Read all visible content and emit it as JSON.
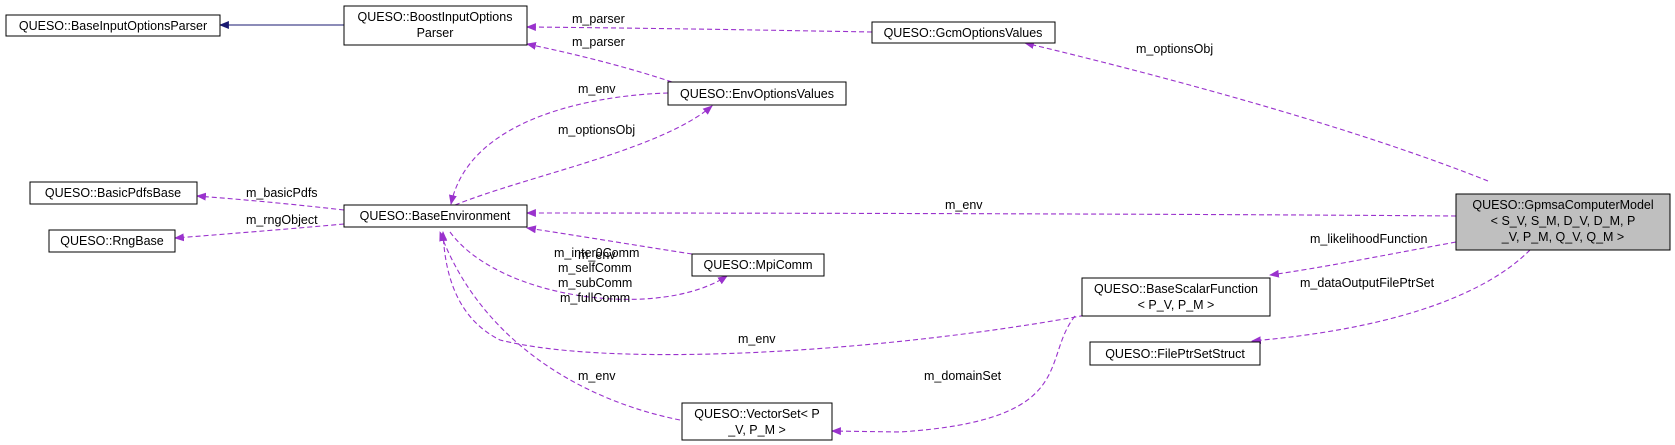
{
  "colors": {
    "association_edge": "#9a32cd",
    "inheritance_edge": "#191970",
    "focus_fill": "#bfbfbf",
    "box_fill": "#ffffff"
  },
  "nodes": {
    "base_input_options_parser": [
      "QUESO::BaseInputOptionsParser"
    ],
    "boost_input_options_parser": [
      "QUESO::BoostInputOptions",
      "Parser"
    ],
    "gcm_options_values": [
      "QUESO::GcmOptionsValues"
    ],
    "env_options_values": [
      "QUESO::EnvOptionsValues"
    ],
    "basic_pdfs_base": [
      "QUESO::BasicPdfsBase"
    ],
    "rng_base": [
      "QUESO::RngBase"
    ],
    "base_environment": [
      "QUESO::BaseEnvironment"
    ],
    "mpi_comm": [
      "QUESO::MpiComm"
    ],
    "base_scalar_function": [
      "QUESO::BaseScalarFunction",
      "< P_V, P_M >"
    ],
    "file_ptr_set_struct": [
      "QUESO::FilePtrSetStruct"
    ],
    "vector_set": [
      "QUESO::VectorSet< P",
      "_V, P_M >"
    ],
    "gpmsa_computer_model": [
      "QUESO::GpmsaComputerModel",
      "< S_V, S_M, D_V, D_M, P",
      "_V, P_M, Q_V, Q_M >"
    ]
  },
  "edge_labels": {
    "gcm_to_boost": "m_parser",
    "envopt_to_boost": "m_parser",
    "gpmsa_to_gcm": "m_optionsObj",
    "baseenv_to_envopt_env": "m_env",
    "envopt_to_baseenv_options": "m_optionsObj",
    "baseenv_to_basicpdfs": "m_basicPdfs",
    "baseenv_to_rng": "m_rngObject",
    "gpmsa_to_baseenv": "m_env",
    "mpicomm_to_baseenv": "m_env",
    "baseenv_to_mpicomm": [
      "m_inter0Comm",
      "m_selfComm",
      "m_subComm",
      "m_fullComm"
    ],
    "scalarfn_to_baseenv": "m_env",
    "vectorset_to_baseenv": "m_env",
    "gpmsa_to_scalarfn": "m_likelihoodFunction",
    "gpmsa_to_fileptr": "m_dataOutputFilePtrSet",
    "scalarfn_to_vectorset": "m_domainSet"
  }
}
